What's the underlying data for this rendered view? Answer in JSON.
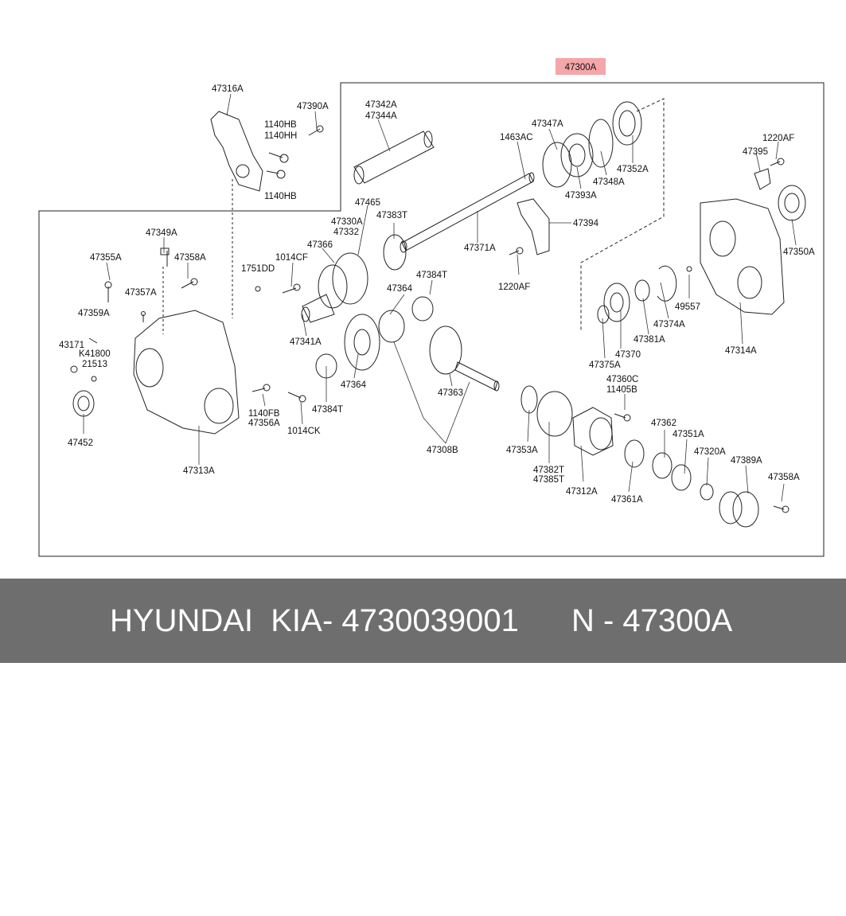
{
  "diagram": {
    "assembly_label": "47300A",
    "highlight_color": "#f4a6a8",
    "labels": [
      {
        "id": "l01",
        "text": "47316A"
      },
      {
        "id": "l02",
        "text": "47390A"
      },
      {
        "id": "l03",
        "text": "1140HB"
      },
      {
        "id": "l04",
        "text": "1140HH"
      },
      {
        "id": "l05",
        "text": "1140HB"
      },
      {
        "id": "l06",
        "text": "47342A"
      },
      {
        "id": "l07",
        "text": "47344A"
      },
      {
        "id": "l08",
        "text": "47347A"
      },
      {
        "id": "l09",
        "text": "1463AC"
      },
      {
        "id": "l10",
        "text": "47352A"
      },
      {
        "id": "l11",
        "text": "47348A"
      },
      {
        "id": "l12",
        "text": "47393A"
      },
      {
        "id": "l13",
        "text": "1220AF"
      },
      {
        "id": "l14",
        "text": "47395"
      },
      {
        "id": "l15",
        "text": "47465"
      },
      {
        "id": "l16",
        "text": "47330A"
      },
      {
        "id": "l17",
        "text": "47332"
      },
      {
        "id": "l18",
        "text": "47383T"
      },
      {
        "id": "l19",
        "text": "47394"
      },
      {
        "id": "l20",
        "text": "47371A"
      },
      {
        "id": "l21",
        "text": "47350A"
      },
      {
        "id": "l22",
        "text": "47349A"
      },
      {
        "id": "l23",
        "text": "47355A"
      },
      {
        "id": "l24",
        "text": "47358A"
      },
      {
        "id": "l25",
        "text": "47366"
      },
      {
        "id": "l26",
        "text": "1014CF"
      },
      {
        "id": "l27",
        "text": "1751DD"
      },
      {
        "id": "l28",
        "text": "47384T"
      },
      {
        "id": "l29",
        "text": "47364"
      },
      {
        "id": "l30",
        "text": "1220AF"
      },
      {
        "id": "l31",
        "text": "47357A"
      },
      {
        "id": "l32",
        "text": "49557"
      },
      {
        "id": "l33",
        "text": "47359A"
      },
      {
        "id": "l34",
        "text": "47341A"
      },
      {
        "id": "l35",
        "text": "47374A"
      },
      {
        "id": "l36",
        "text": "47381A"
      },
      {
        "id": "l37",
        "text": "43171"
      },
      {
        "id": "l38",
        "text": "K41800"
      },
      {
        "id": "l39",
        "text": "21513"
      },
      {
        "id": "l40",
        "text": "47370"
      },
      {
        "id": "l41",
        "text": "47375A"
      },
      {
        "id": "l42",
        "text": "47314A"
      },
      {
        "id": "l43",
        "text": "47364"
      },
      {
        "id": "l44",
        "text": "47363"
      },
      {
        "id": "l45",
        "text": "47360C"
      },
      {
        "id": "l46",
        "text": "11405B"
      },
      {
        "id": "l47",
        "text": "1140FB"
      },
      {
        "id": "l48",
        "text": "47356A"
      },
      {
        "id": "l49",
        "text": "47384T"
      },
      {
        "id": "l50",
        "text": "1014CK"
      },
      {
        "id": "l51",
        "text": "47452"
      },
      {
        "id": "l52",
        "text": "47362"
      },
      {
        "id": "l53",
        "text": "47351A"
      },
      {
        "id": "l54",
        "text": "47353A"
      },
      {
        "id": "l55",
        "text": "47308B"
      },
      {
        "id": "l56",
        "text": "47320A"
      },
      {
        "id": "l57",
        "text": "47389A"
      },
      {
        "id": "l58",
        "text": "47382T"
      },
      {
        "id": "l59",
        "text": "47385T"
      },
      {
        "id": "l60",
        "text": "47358A"
      },
      {
        "id": "l61",
        "text": "47313A"
      },
      {
        "id": "l62",
        "text": "47312A"
      },
      {
        "id": "l63",
        "text": "47361A"
      }
    ]
  },
  "footer": {
    "brand": "HYUNDAI  KIA",
    "part_number": "- 4730039001",
    "code": "N - 47300A"
  }
}
